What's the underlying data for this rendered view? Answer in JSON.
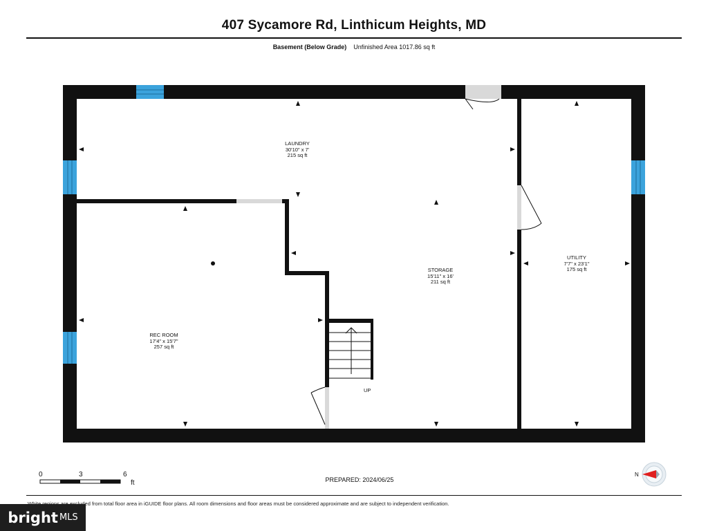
{
  "header": {
    "title": "407 Sycamore Rd, Linthicum Heights, MD",
    "level": "Basement (Below Grade)",
    "area": "Unfinished Area 1017.86 sq ft"
  },
  "rooms": {
    "laundry": {
      "name": "LAUNDRY",
      "dims": "30'10\" x 7'",
      "area": "215 sq ft"
    },
    "storage": {
      "name": "STORAGE",
      "dims": "15'11\" x 16'",
      "area": "211 sq ft"
    },
    "utility": {
      "name": "UTILITY",
      "dims": "7'7\" x 23'1\"",
      "area": "175 sq ft"
    },
    "rec_room": {
      "name": "REC ROOM",
      "dims": "17'4\" x 15'7\"",
      "area": "257 sq ft"
    }
  },
  "stairs": {
    "label": "UP"
  },
  "scale": {
    "ticks": [
      "0",
      "3",
      "6"
    ],
    "unit": "ft"
  },
  "footer": {
    "prepared": "PREPARED: 2024/06/25",
    "disclaimer": "White regions are excluded from total floor area in iGUIDE floor plans. All room dimensions and floor areas must be considered approximate and are subject to independent verification."
  },
  "compass": {
    "label": "N",
    "icon": "north-arrow-icon"
  },
  "logo": {
    "brand": "bright",
    "suffix": "MLS"
  },
  "colors": {
    "wall": "#111111",
    "window": "#3ba3dc",
    "door_gap": "#d9d9d9",
    "compass_arrow": "#e02020"
  }
}
